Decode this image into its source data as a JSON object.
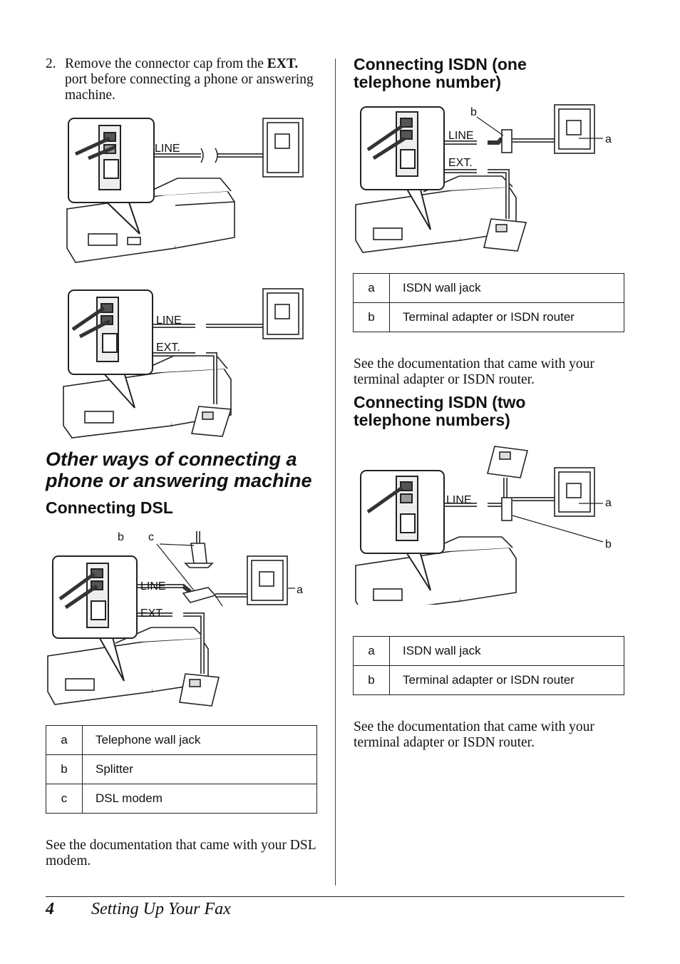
{
  "left": {
    "step": {
      "number": "2.",
      "text_before": "Remove the connector cap from the ",
      "bold": "EXT.",
      "text_after": " port before connecting a phone or answering machine."
    },
    "diagram1": {
      "line_label": "LINE"
    },
    "diagram2": {
      "line_label": "LINE",
      "ext_label": "EXT."
    },
    "section_title": "Other ways of connecting a phone or answering machine",
    "dsl": {
      "title": "Connecting DSL",
      "diagram": {
        "line_label": "LINE",
        "ext_label": "EXT.",
        "callout_a": "a",
        "callout_b": "b",
        "callout_c": "c"
      },
      "table": [
        {
          "key": "a",
          "value": "Telephone wall jack"
        },
        {
          "key": "b",
          "value": "Splitter"
        },
        {
          "key": "c",
          "value": "DSL modem"
        }
      ],
      "note": "See the documentation that came with your DSL modem."
    }
  },
  "right": {
    "isdn_one": {
      "title": "Connecting ISDN (one telephone number)",
      "diagram": {
        "line_label": "LINE",
        "ext_label": "EXT.",
        "callout_a": "a",
        "callout_b": "b"
      },
      "table": [
        {
          "key": "a",
          "value": "ISDN wall jack"
        },
        {
          "key": "b",
          "value": "Terminal adapter or ISDN router"
        }
      ],
      "note": "See the documentation that came with your terminal adapter or ISDN router."
    },
    "isdn_two": {
      "title": "Connecting ISDN (two telephone numbers)",
      "diagram": {
        "line_label": "LINE",
        "callout_a": "a",
        "callout_b": "b"
      },
      "table": [
        {
          "key": "a",
          "value": "ISDN wall jack"
        },
        {
          "key": "b",
          "value": "Terminal adapter or ISDN router"
        }
      ],
      "note": "See the documentation that came with your terminal adapter or ISDN router."
    }
  },
  "footer": {
    "page_number": "4",
    "chapter": "Setting Up Your Fax"
  }
}
